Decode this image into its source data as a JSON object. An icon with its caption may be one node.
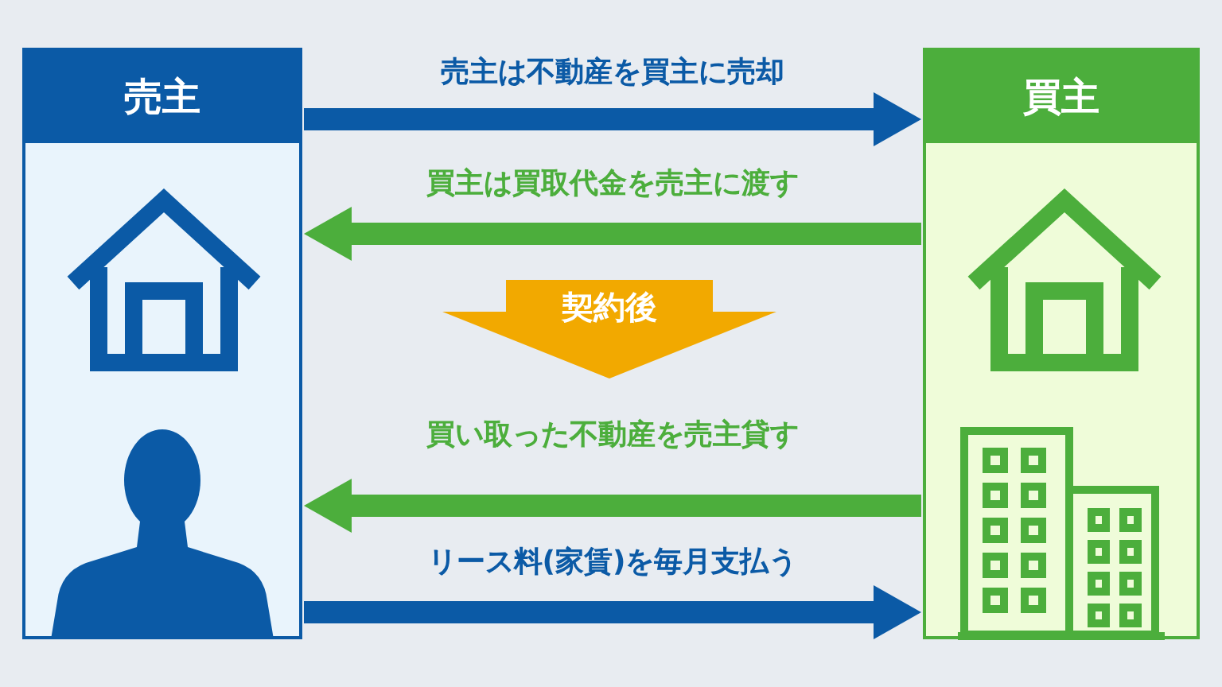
{
  "diagram": {
    "nodes": [
      {
        "text": [
          "売主"
        ]
      },
      {
        "text": [
          "買主"
        ]
      },
      {
        "text": [
          "契約後"
        ]
      }
    ],
    "edges": [
      {
        "from": 0,
        "to": 1,
        "arrow": "to",
        "label": "売主は不動産を買主に売却",
        "color": "#0b5aa6"
      },
      {
        "from": 1,
        "to": 0,
        "arrow": "to",
        "label": "買主は買取代金を売主に渡す",
        "color": "#4cae3c"
      },
      {
        "from": 1,
        "to": 0,
        "arrow": "to",
        "label": "買い取った不動産を売主貸す",
        "color": "#4cae3c"
      },
      {
        "from": 0,
        "to": 1,
        "arrow": "to",
        "label": "リース料(家賃)を毎月支払う",
        "color": "#0b5aa6"
      }
    ]
  }
}
